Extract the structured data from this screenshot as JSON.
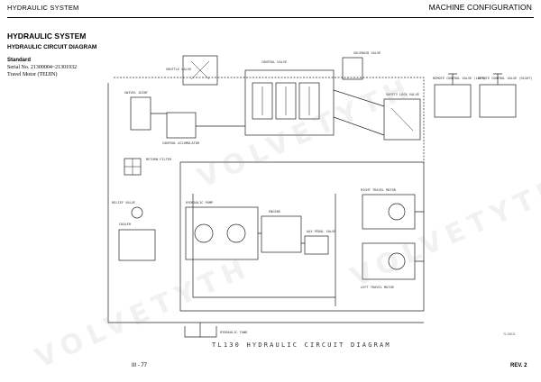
{
  "header": {
    "left": "HYDRAULIC SYSTEM",
    "right": "MACHINE CONFIGURATION"
  },
  "section_title": "HYDRAULIC SYSTEM",
  "subsection_title": "HYDRAULIC CIRCUIT DIAGRAM",
  "block": {
    "label": "Standard",
    "serial": "Serial No. 21300004~21301932",
    "travel_motor": "Travel Motor (TEIJIN)"
  },
  "diagram": {
    "caption": "TL130 HYDRAULIC CIRCUIT DIAGRAM",
    "ref_code": "TL130J1",
    "labels": {
      "shuttle_valve": "SHUTTLE VALVE",
      "control_valve": "CONTROL VALVE",
      "solenoid_valve": "SOLENOID VALVE",
      "safety_lock_valve": "SAFETY LOCK VALVE",
      "swivel_joint": "SWIVEL JOINT",
      "control_accumulator": "CONTROL ACCUMULATOR",
      "return_filter": "RETURN FILTER",
      "cooler": "COOLER",
      "hydraulic_pump": "HYDRAULIC PUMP",
      "engine": "ENGINE",
      "right_travel_motor": "RIGHT TRAVEL MOTOR",
      "left_travel_motor": "LEFT TRAVEL MOTOR",
      "aux_pedal": "AUX PEDAL VALVE",
      "relief_valve": "RELIEF VALVE",
      "hydraulic_tank": "HYDRAULIC TANK",
      "remote_control_valve_left": "REMOTE CONTROL VALVE (LEFT)",
      "remote_control_valve_right": "REMOTE CONTROL VALVE (RIGHT)"
    }
  },
  "footer": {
    "page": "III - 77",
    "rev": "REV. 2"
  },
  "watermark": "VOLVETYTH"
}
